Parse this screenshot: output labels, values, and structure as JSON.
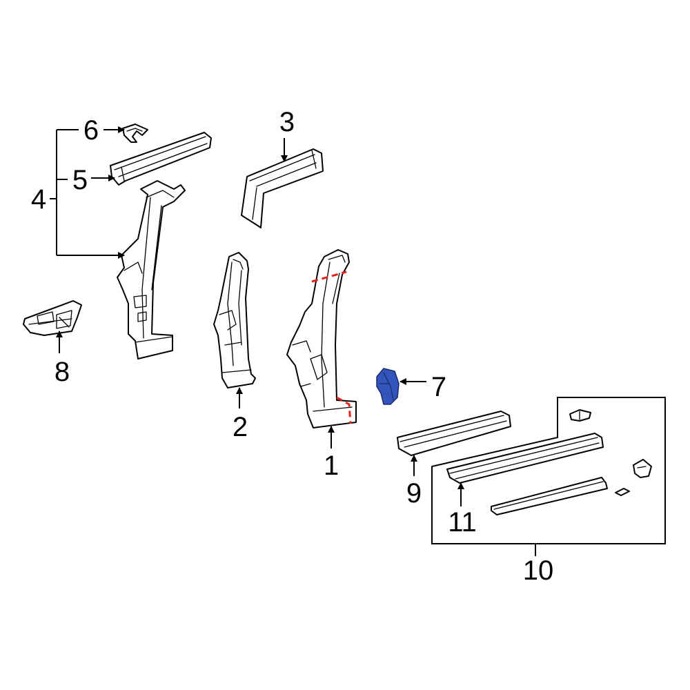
{
  "callouts": {
    "c1": "1",
    "c2": "2",
    "c3": "3",
    "c4": "4",
    "c5": "5",
    "c6": "6",
    "c7": "7",
    "c8": "8",
    "c9": "9",
    "c10": "10",
    "c11": "11"
  },
  "colors": {
    "highlight_part": "#3355bb",
    "highlight_stroke": "#1a2a66",
    "cut_line": "#e8211e",
    "outline": "#000000"
  }
}
